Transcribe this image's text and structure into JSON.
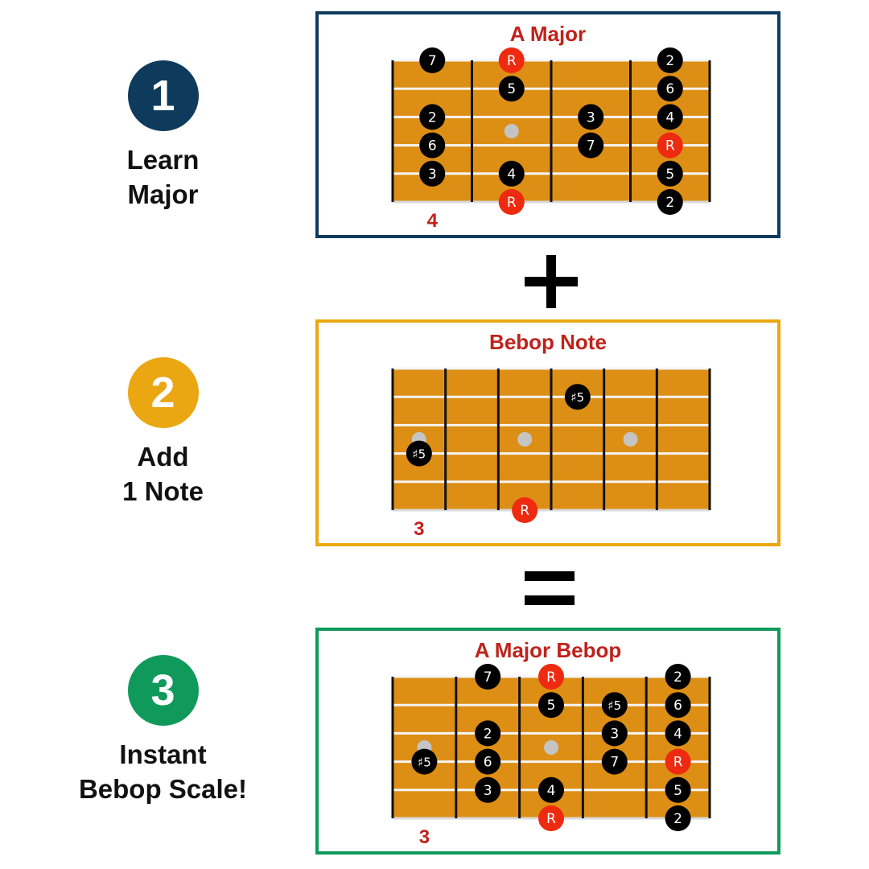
{
  "colors": {
    "fretboard": "#dd8e14",
    "fret_line": "#111111",
    "string_line": "#f4f4f4",
    "marker_dot": "#c4c4c4",
    "note_fill": "#000000",
    "root_fill": "#ee2a10",
    "title_red": "#c0221b",
    "step1": "#0e3a5c",
    "step2": "#eba712",
    "step3": "#0f9a5c"
  },
  "steps": [
    {
      "number": "1",
      "line1": "Learn",
      "line2": "Major",
      "color": "#0e3a5c"
    },
    {
      "number": "2",
      "line1": "Add",
      "line2": "1 Note",
      "color": "#eba712"
    },
    {
      "number": "3",
      "line1": "Instant",
      "line2": "Bebop Scale!",
      "color": "#0f9a5c"
    }
  ],
  "operators": {
    "plus": "+",
    "equals": "="
  },
  "diagrams": [
    {
      "title": "A Major",
      "border_color": "#0e3a5c",
      "fret_count": 4,
      "fret_number": "4",
      "marker_dots": [
        {
          "fret": 2,
          "between_strings": [
            3,
            4
          ]
        }
      ],
      "notes": [
        {
          "string": 1,
          "fret": 1,
          "label": "7"
        },
        {
          "string": 1,
          "fret": 2,
          "label": "R",
          "root": true
        },
        {
          "string": 1,
          "fret": 4,
          "label": "2"
        },
        {
          "string": 2,
          "fret": 2,
          "label": "5"
        },
        {
          "string": 2,
          "fret": 4,
          "label": "6"
        },
        {
          "string": 3,
          "fret": 1,
          "label": "2"
        },
        {
          "string": 3,
          "fret": 3,
          "label": "3"
        },
        {
          "string": 3,
          "fret": 4,
          "label": "4"
        },
        {
          "string": 4,
          "fret": 1,
          "label": "6"
        },
        {
          "string": 4,
          "fret": 3,
          "label": "7"
        },
        {
          "string": 4,
          "fret": 4,
          "label": "R",
          "root": true
        },
        {
          "string": 5,
          "fret": 1,
          "label": "3"
        },
        {
          "string": 5,
          "fret": 2,
          "label": "4"
        },
        {
          "string": 5,
          "fret": 4,
          "label": "5"
        },
        {
          "string": 6,
          "fret": 2,
          "label": "R",
          "root": true
        },
        {
          "string": 6,
          "fret": 4,
          "label": "2"
        }
      ]
    },
    {
      "title": "Bebop Note",
      "border_color": "#eba712",
      "fret_count": 6,
      "fret_number": "3",
      "marker_dots": [
        {
          "fret": 1,
          "between_strings": [
            3,
            4
          ]
        },
        {
          "fret": 3,
          "between_strings": [
            3,
            4
          ]
        },
        {
          "fret": 5,
          "between_strings": [
            3,
            4
          ]
        }
      ],
      "notes": [
        {
          "string": 2,
          "fret": 4,
          "label": "♯5"
        },
        {
          "string": 4,
          "fret": 1,
          "label": "♯5"
        },
        {
          "string": 6,
          "fret": 3,
          "label": "R",
          "root": true
        }
      ]
    },
    {
      "title": "A Major Bebop",
      "border_color": "#0f9a5c",
      "fret_count": 5,
      "fret_number": "3",
      "marker_dots": [
        {
          "fret": 1,
          "between_strings": [
            3,
            4
          ]
        },
        {
          "fret": 3,
          "between_strings": [
            3,
            4
          ]
        }
      ],
      "notes": [
        {
          "string": 1,
          "fret": 2,
          "label": "7"
        },
        {
          "string": 1,
          "fret": 3,
          "label": "R",
          "root": true
        },
        {
          "string": 1,
          "fret": 5,
          "label": "2"
        },
        {
          "string": 2,
          "fret": 3,
          "label": "5"
        },
        {
          "string": 2,
          "fret": 4,
          "label": "♯5"
        },
        {
          "string": 2,
          "fret": 5,
          "label": "6"
        },
        {
          "string": 3,
          "fret": 2,
          "label": "2"
        },
        {
          "string": 3,
          "fret": 4,
          "label": "3"
        },
        {
          "string": 3,
          "fret": 5,
          "label": "4"
        },
        {
          "string": 4,
          "fret": 1,
          "label": "♯5"
        },
        {
          "string": 4,
          "fret": 2,
          "label": "6"
        },
        {
          "string": 4,
          "fret": 4,
          "label": "7"
        },
        {
          "string": 4,
          "fret": 5,
          "label": "R",
          "root": true
        },
        {
          "string": 5,
          "fret": 2,
          "label": "3"
        },
        {
          "string": 5,
          "fret": 3,
          "label": "4"
        },
        {
          "string": 5,
          "fret": 5,
          "label": "5"
        },
        {
          "string": 6,
          "fret": 3,
          "label": "R",
          "root": true
        },
        {
          "string": 6,
          "fret": 5,
          "label": "2"
        }
      ]
    }
  ]
}
